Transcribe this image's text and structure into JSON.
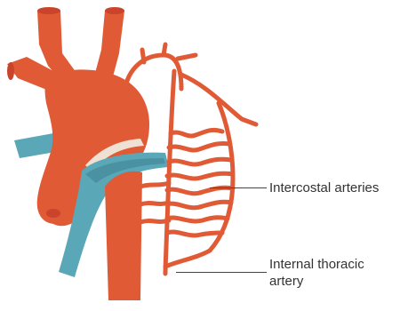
{
  "labels": {
    "intercostal": "Intercostal arteries",
    "internal_thoracic_line1": "Internal thoracic",
    "internal_thoracic_line2": "artery"
  },
  "colors": {
    "artery": "#e05a35",
    "artery_dark": "#c9442a",
    "vein": "#5aa7b8",
    "vein_dark": "#4a91a2",
    "highlight": "#efe0d4",
    "leader_line": "#444444",
    "label_text": "#333333"
  }
}
